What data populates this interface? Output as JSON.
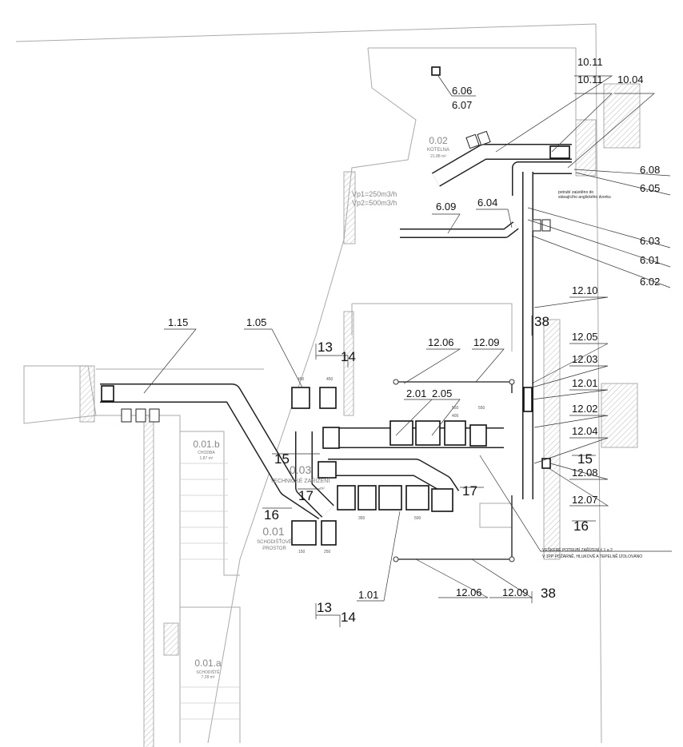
{
  "labels": {
    "l606": "6.06",
    "l607": "6.07",
    "l1011a": "10.11",
    "l1011b": "10.11",
    "l1004": "10.04",
    "l608": "6.08",
    "l605": "6.05",
    "l609": "6.09",
    "l604": "6.04",
    "l603": "6.03",
    "l601": "6.01",
    "l602": "6.02",
    "l1210": "12.10",
    "l38a": "38",
    "l115": "1.15",
    "l105": "1.05",
    "l13a": "13",
    "l14a": "14",
    "l1206a": "12.06",
    "l1209a": "12.09",
    "l1205": "12.05",
    "l1203": "12.03",
    "l1201": "12.01",
    "l201": "2.01",
    "l205": "2.05",
    "l1202": "12.02",
    "l1204": "12.04",
    "l15a": "15",
    "l1208": "12.08",
    "l1207": "12.07",
    "l15b": "15",
    "l17a": "17",
    "l17b": "17",
    "l16a": "16",
    "l16b": "16",
    "l101": "1.01",
    "l1206b": "12.06",
    "l1209b": "12.09",
    "l38b": "38",
    "l13b": "13",
    "l14b": "14"
  },
  "rooms": {
    "kotelna": {
      "number": "0.02",
      "name": "KOTELNA",
      "area": "21.88 m²"
    },
    "chodba": {
      "number": "0.01.b",
      "name": "CHODBA",
      "area": "1.87 m²"
    },
    "technicke": {
      "number": "0.03",
      "name": "TECHNICKÉ ZAŘÍZENÍ",
      "area": "m²"
    },
    "schodistovy": {
      "number": "0.01",
      "name1": "SCHODIŠŤOVÉ",
      "name2": "PROSTOR"
    },
    "schodiste": {
      "number": "0.01.a",
      "name": "SCHODIŠTĚ",
      "area": "7.28 m²"
    }
  },
  "flows": {
    "vp1": "Vp1=250m3/h",
    "vp2": "Vp2=500m3/h"
  },
  "notes": {
    "outlet1": "potrubí zaústěno do",
    "outlet2": "stávajícího anglického dvorku",
    "insul1": "VEŠKERÉ POTRUBÍ ZAŘÍZENÍ č.1 a 2",
    "insul2": "V 1PP POŽÁRNĚ, HLUKOVĚ A TEPELNĚ IZOLOVÁNO"
  },
  "dims": {
    "d550": "550",
    "d400": "400",
    "d450": "450",
    "d250": "250",
    "d150": "150",
    "d500": "500",
    "d350": "350"
  }
}
